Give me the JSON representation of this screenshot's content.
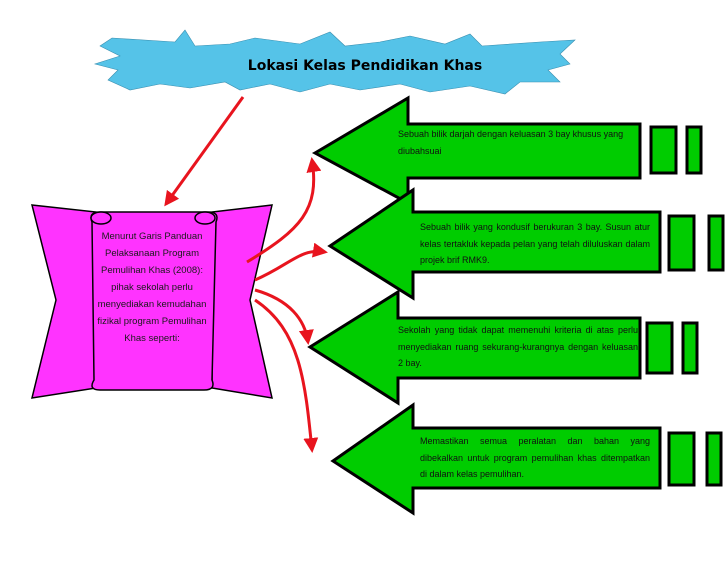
{
  "title": "Lokasi Kelas Pendidikan Khas",
  "scroll_text": "Menurut Garis Panduan Pelaksanaan Program Pemulihan Khas (2008): pihak sekolah perlu menyediakan kemudahan fizikal program Pemulihan Khas seperti:",
  "items": [
    {
      "text": "Sebuah bilik darjah dengan keluasan 3 bay khusus yang diubahsuai"
    },
    {
      "text": "Sebuah bilik yang kondusif berukuran 3 bay. Susun atur kelas tertakluk kepada pelan yang telah diluluskan dalam projek brif RMK9."
    },
    {
      "text": "Sekolah yang tidak dapat memenuhi kriteria di atas perlu menyediakan ruang sekurang-kurangnya dengan keluasan 2 bay."
    },
    {
      "text": "Memastikan semua peralatan dan bahan yang dibekalkan untuk program pemulihan khas ditempatkan di dalam kelas pemulihan."
    }
  ],
  "colors": {
    "banner": "#55c3e8",
    "scroll": "#ff33ff",
    "arrow": "#00cc00",
    "connector": "#e8141e"
  }
}
